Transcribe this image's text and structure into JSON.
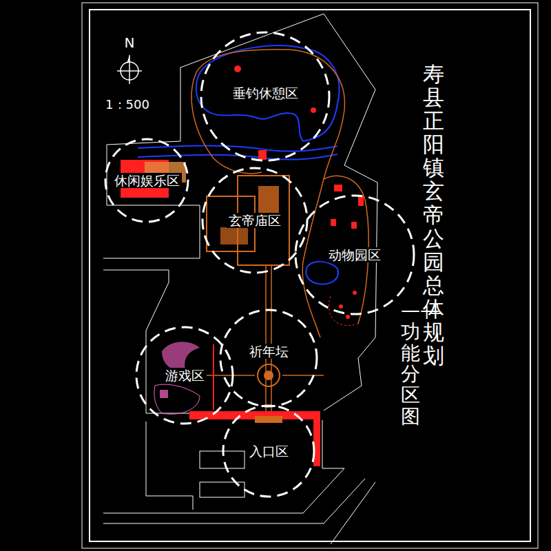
{
  "diagram": {
    "title": "寿县正阳镇玄帝公园总体规划",
    "caption": "——功能分区图",
    "nodes": [
      {
        "text": [
          "垂钓休憩区"
        ]
      },
      {
        "text": [
          "休闲娱乐区"
        ]
      },
      {
        "text": [
          "玄帝庙区"
        ]
      },
      {
        "text": [
          "动物园区"
        ]
      },
      {
        "text": [
          "祈年坛"
        ]
      },
      {
        "text": [
          "游戏区"
        ]
      },
      {
        "text": [
          "入口区"
        ]
      }
    ],
    "labels": [
      "N",
      "1：500"
    ]
  }
}
